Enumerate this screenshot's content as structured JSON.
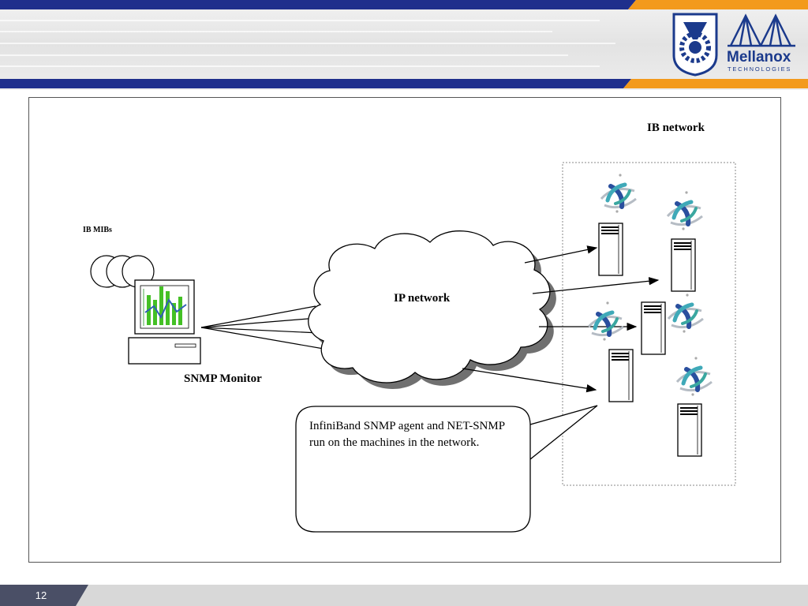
{
  "header": {
    "logos": [
      "technion-emblem",
      "mellanox-logo"
    ],
    "brand_name": "Mellanox",
    "brand_sub": "TECHNOLOGIES",
    "colors": {
      "bar_blue": "#1f2f8c",
      "accent_orange": "#f39a1c"
    }
  },
  "footer": {
    "page_number": "12"
  },
  "diagram": {
    "ib_network_label": "IB network",
    "ib_mibs_label": "IB MIBs",
    "ip_network_label": "IP network",
    "snmp_monitor_label": "SNMP Monitor",
    "callout_text": "InfiniBand SNMP agent and NET-SNMP run on the machines in the network."
  }
}
